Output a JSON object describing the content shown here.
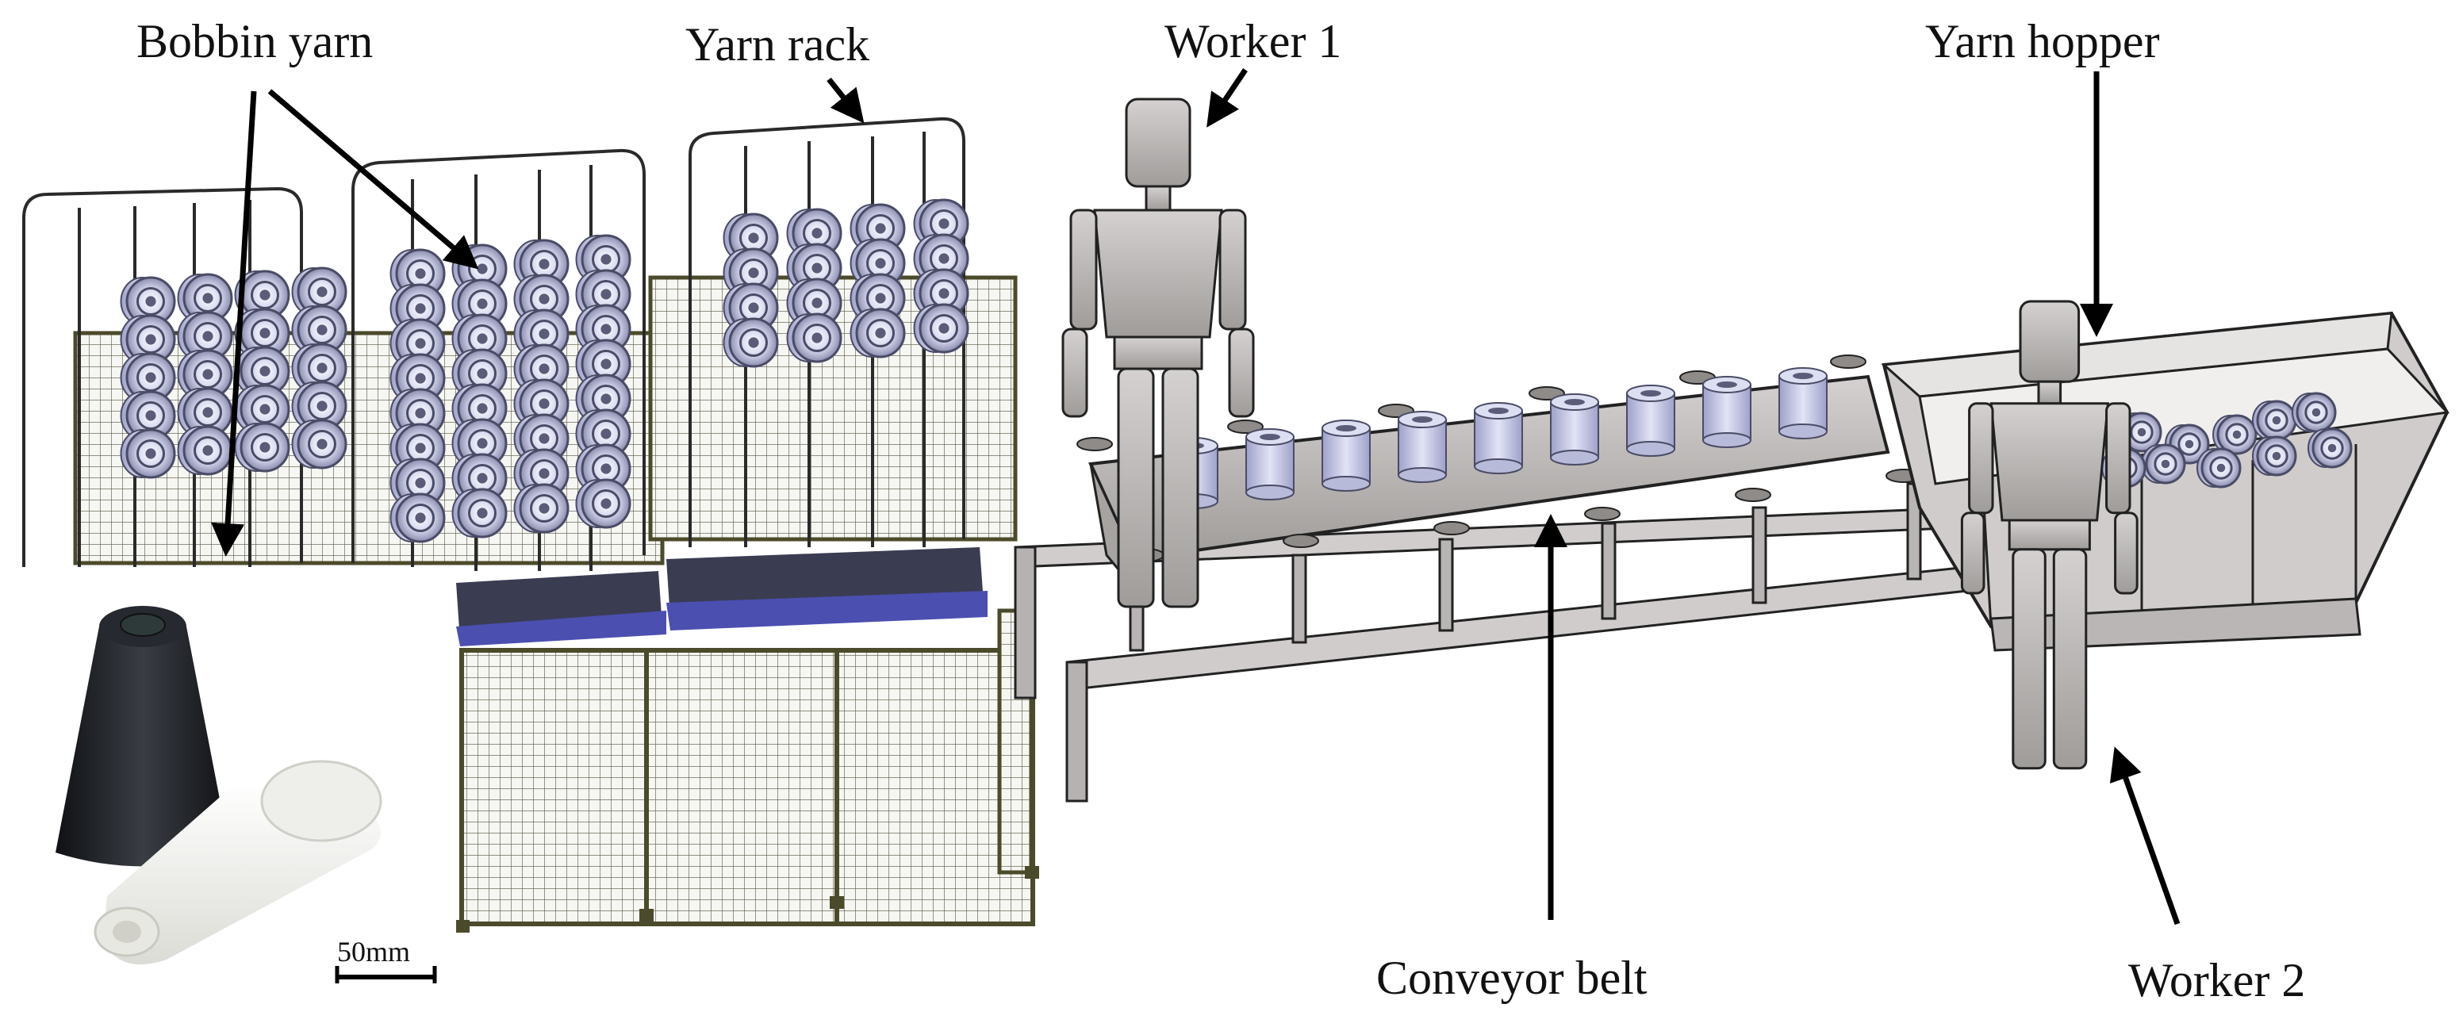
{
  "labels": {
    "bobbin_yarn": "Bobbin yarn",
    "yarn_rack": "Yarn rack",
    "worker_1": "Worker 1",
    "yarn_hopper": "Yarn hopper",
    "conveyor_belt": "Conveyor belt",
    "worker_2": "Worker 2"
  },
  "scale_bar": {
    "text": "50mm"
  },
  "colors": {
    "bobbin": "#c9cbe6",
    "bobbin_rim": "#4a4c66",
    "steel": "#b9b6b5",
    "mesh": "#f3f3ee",
    "frame": "#4b4a2a",
    "base_plate": "#3a3c52",
    "base_rail": "#4b4fb0",
    "black_cone": "#1d1f24",
    "white_cone": "#f4f4f1"
  }
}
